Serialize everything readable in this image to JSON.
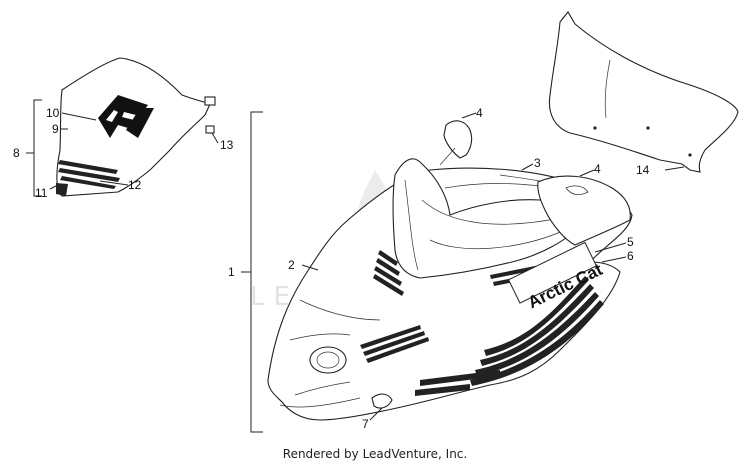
{
  "callouts": {
    "c1": "1",
    "c2": "2",
    "c3": "3",
    "c4a": "4",
    "c4b": "4",
    "c5": "5",
    "c6": "6",
    "c7": "7",
    "c8": "8",
    "c9": "9",
    "c10": "10",
    "c11": "11",
    "c12": "12",
    "c13": "13",
    "c14": "14"
  },
  "decal": {
    "brand": "Arctic Cat",
    "logo": "F7"
  },
  "watermark": "LEADVENTURE",
  "footer": "Rendered by LeadVenture, Inc."
}
